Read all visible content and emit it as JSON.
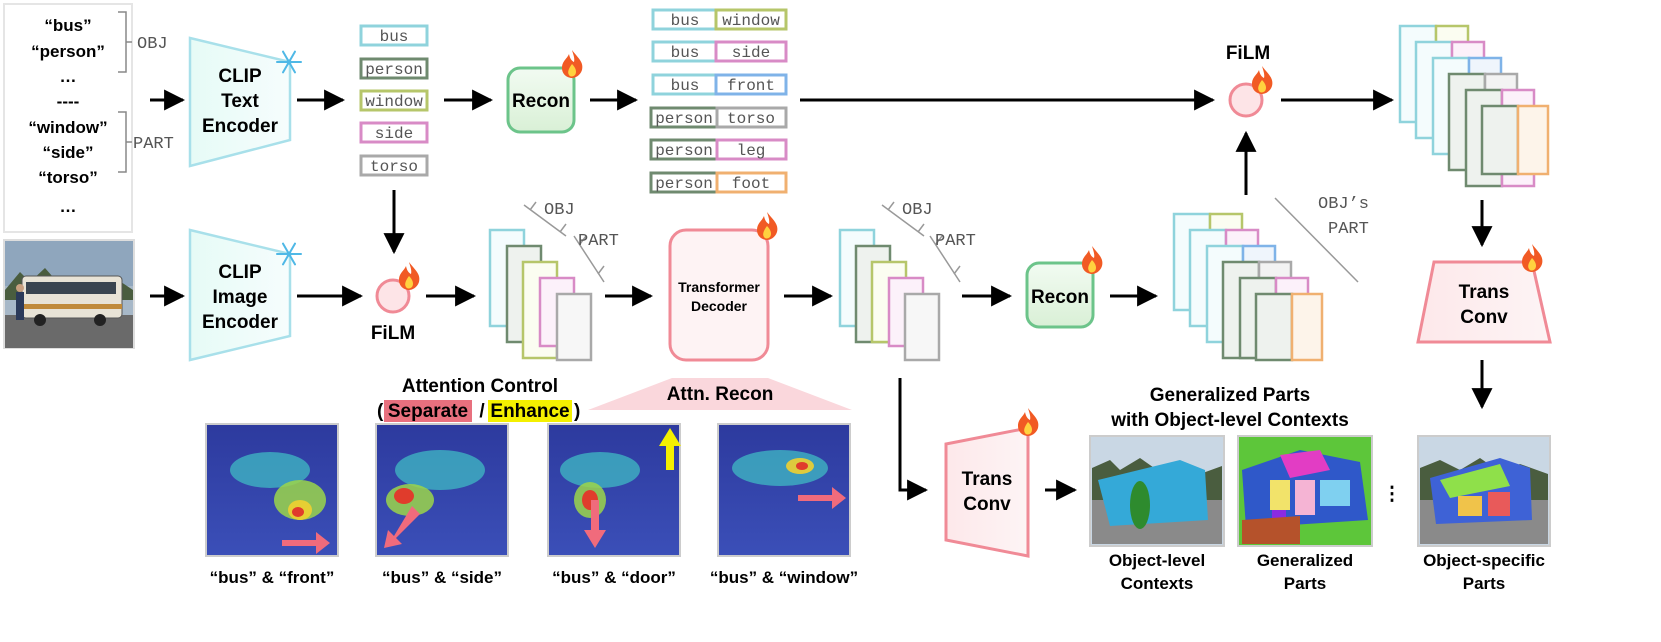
{
  "prompt_list": {
    "objects": [
      "“bus”",
      "“person”",
      "…"
    ],
    "separator": "----",
    "parts": [
      "“window”",
      "“side”",
      "“torso”",
      "…"
    ],
    "obj_label": "OBJ",
    "part_label": "PART"
  },
  "text_encoder": {
    "line1": "CLIP",
    "line2": "Text",
    "line3": "Encoder"
  },
  "image_encoder": {
    "line1": "CLIP",
    "line2": "Image",
    "line3": "Encoder"
  },
  "tokens": [
    "bus",
    "person",
    "window",
    "side",
    "torso"
  ],
  "recon_label": "Recon",
  "pairs": [
    [
      "bus",
      "window"
    ],
    [
      "bus",
      "side"
    ],
    [
      "bus",
      "front"
    ],
    [
      "person",
      "torso"
    ],
    [
      "person",
      "leg"
    ],
    [
      "person",
      "foot"
    ]
  ],
  "film_label": "FiLM",
  "obj_label": "OBJ",
  "part_label": "PART",
  "objs_part": {
    "line1": "OBJ’s",
    "line2": "PART"
  },
  "decoder": {
    "line1": "Transformer",
    "line2": "Decoder"
  },
  "trans_conv": {
    "line1": "Trans",
    "line2": "Conv"
  },
  "attention": {
    "title": "Attention Control",
    "open_paren": "(",
    "separate": "Separate",
    "slash": " / ",
    "enhance": "Enhance",
    "close_paren": ")",
    "attn_recon": "Attn. Recon",
    "captions": [
      "“bus” & “front”",
      "“bus” & “side”",
      "“bus” & “door”",
      "“bus” & “window”"
    ]
  },
  "results": {
    "heading_line1": "Generalized Parts",
    "heading_line2": "with Object-level Contexts",
    "obj_ctx": [
      "Object-level",
      "Contexts"
    ],
    "gen_parts": [
      "Generalized",
      "Parts"
    ],
    "obj_specific": [
      "Object-specific",
      "Parts"
    ]
  },
  "colors": {
    "cyan": "#8fd3dc",
    "green": "#6cc48a",
    "olive": "#b6c66a",
    "pink": "#d88bc6",
    "gray": "#a9a9a9",
    "blue": "#7fb3e8",
    "orange": "#f0b070",
    "darkgreen": "#6f8a6f",
    "red": "#f08a96",
    "yellow": "#f4f000"
  }
}
